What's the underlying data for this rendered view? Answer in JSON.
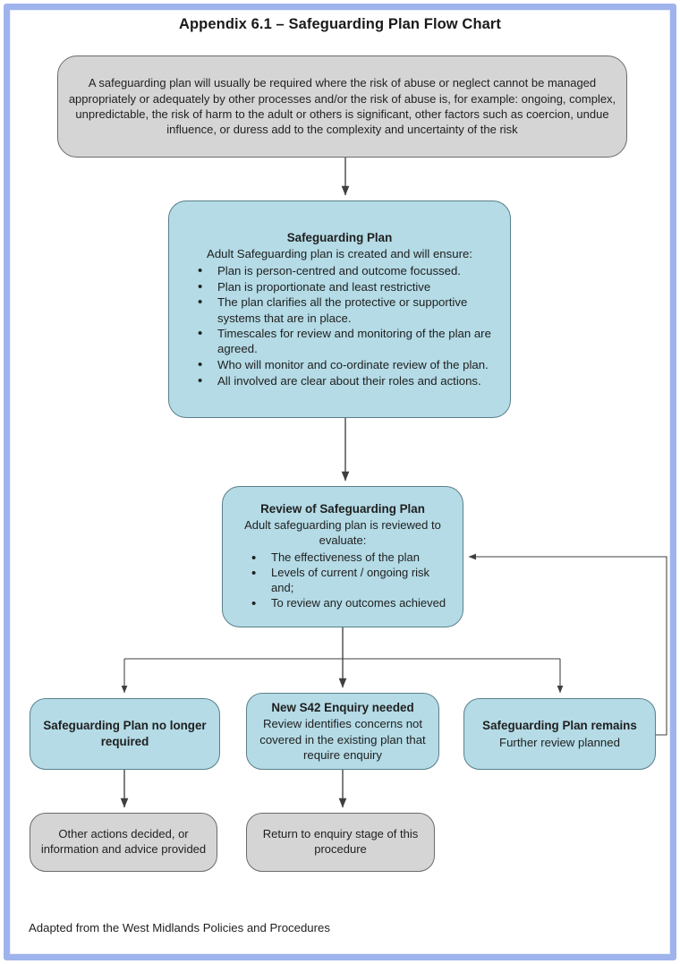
{
  "page": {
    "title": "Appendix 6.1 – Safeguarding Plan Flow Chart",
    "footer": "Adapted from the West Midlands Policies and Procedures",
    "colors": {
      "frame_border": "#9fb4ec",
      "gray_node_fill": "#d5d5d5",
      "blue_node_fill": "#b4dbe6",
      "node_stroke": "#6f6f6f",
      "connector": "#3f3f3f",
      "text": "#1f1f1f"
    }
  },
  "chart_data": {
    "type": "diagram",
    "title": "Appendix 6.1 – Safeguarding Plan Flow Chart",
    "nodes": [
      {
        "id": "intro",
        "style": "gray",
        "text": "A safeguarding plan will usually be required where the risk of abuse or neglect cannot be managed appropriately or adequately by other processes and/or the risk of abuse is, for example: ongoing, complex, unpredictable, the risk of harm to the adult or others is significant, other factors such as coercion, undue influence, or duress add to the complexity and uncertainty of the risk"
      },
      {
        "id": "plan",
        "style": "blue",
        "heading": "Safeguarding Plan",
        "subtitle": "Adult Safeguarding plan is created and will ensure:",
        "bullets": [
          "Plan is person-centred and outcome focussed.",
          "Plan is proportionate and least restrictive",
          "The plan clarifies all the protective or supportive systems that are in place.",
          "Timescales for review and monitoring of the plan are agreed.",
          "Who will monitor and co-ordinate review of the plan.",
          "All involved are clear about their roles and actions."
        ]
      },
      {
        "id": "review",
        "style": "blue",
        "heading": "Review of Safeguarding Plan",
        "subtitle": "Adult safeguarding plan is reviewed to evaluate:",
        "bullets": [
          "The effectiveness of the plan",
          "Levels of current / ongoing risk and;",
          "To review any outcomes achieved"
        ]
      },
      {
        "id": "no-longer-required",
        "style": "blue",
        "heading": "Safeguarding Plan no longer required"
      },
      {
        "id": "new-s42-enquiry",
        "style": "blue",
        "heading": "New S42 Enquiry needed",
        "subtitle": "Review identifies concerns not covered in the existing plan that require enquiry"
      },
      {
        "id": "plan-remains",
        "style": "blue",
        "heading": "Safeguarding Plan remains",
        "subtitle": "Further review planned"
      },
      {
        "id": "other-actions",
        "style": "gray",
        "text": "Other actions decided, or information and advice provided"
      },
      {
        "id": "return-to-enquiry",
        "style": "gray",
        "text": "Return to enquiry stage of this procedure"
      }
    ],
    "edges": [
      {
        "from": "intro",
        "to": "plan",
        "kind": "arrow-down"
      },
      {
        "from": "plan",
        "to": "review",
        "kind": "arrow-down"
      },
      {
        "from": "review",
        "to": "no-longer-required",
        "kind": "branch-arrow"
      },
      {
        "from": "review",
        "to": "new-s42-enquiry",
        "kind": "branch-arrow"
      },
      {
        "from": "review",
        "to": "plan-remains",
        "kind": "branch-arrow"
      },
      {
        "from": "no-longer-required",
        "to": "other-actions",
        "kind": "arrow-down"
      },
      {
        "from": "new-s42-enquiry",
        "to": "return-to-enquiry",
        "kind": "arrow-down"
      },
      {
        "from": "plan-remains",
        "to": "review",
        "kind": "feedback-loop-right"
      }
    ]
  }
}
